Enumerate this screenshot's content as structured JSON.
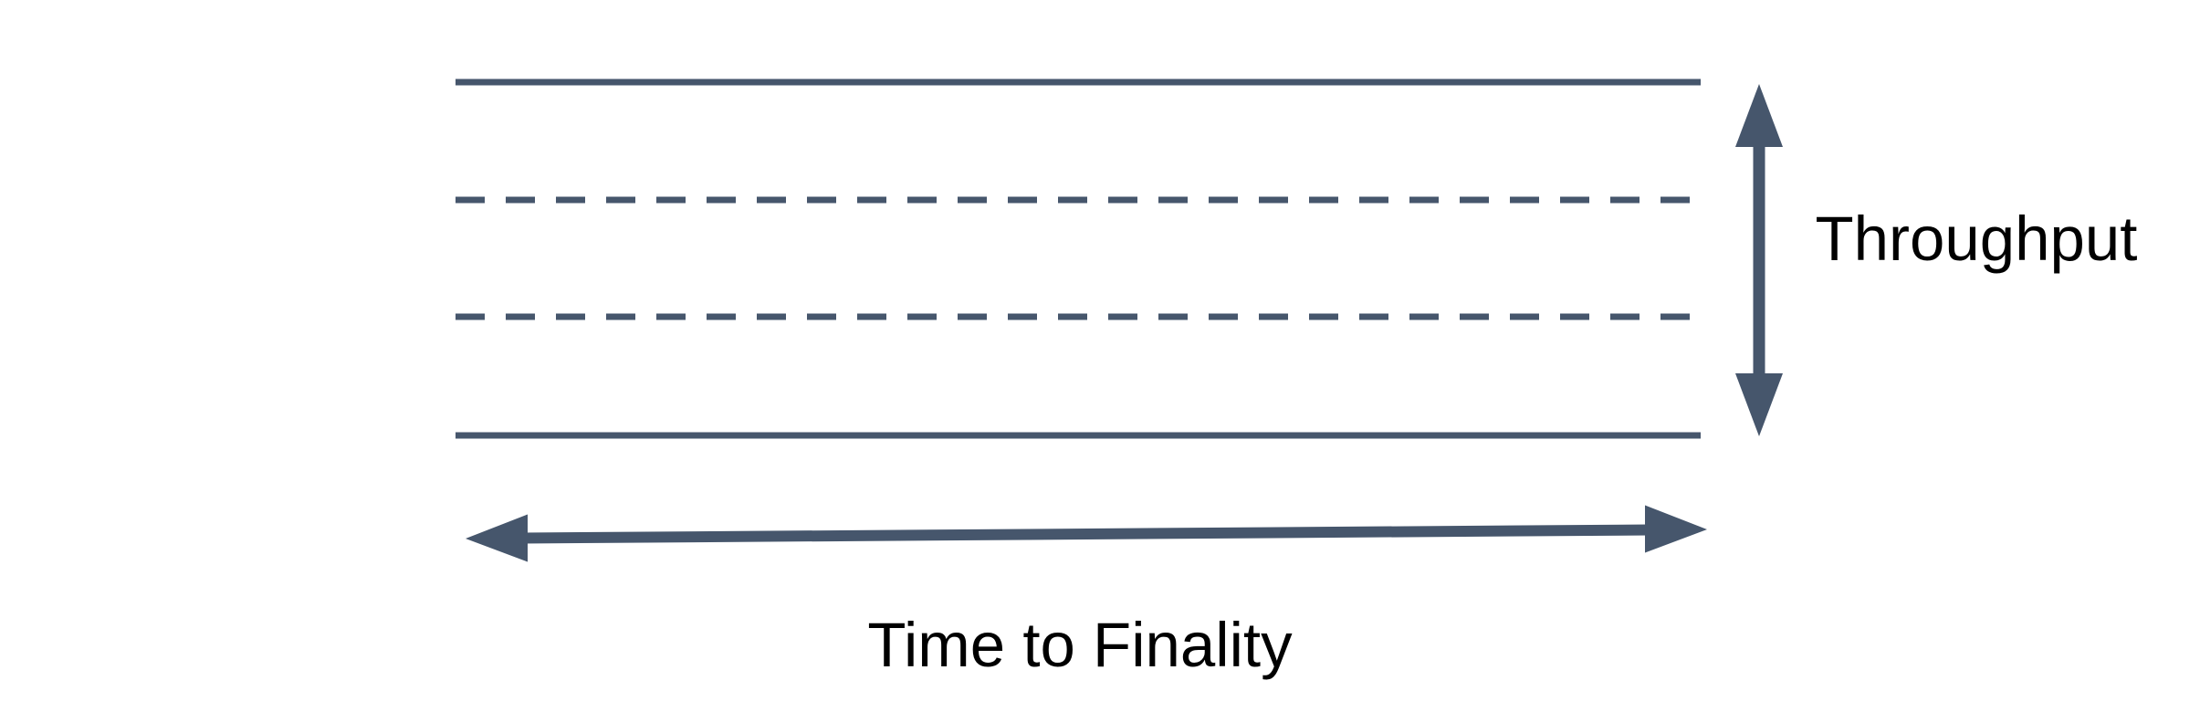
{
  "diagram": {
    "type": "concept-diagram",
    "description": "A horizontal band bounded by two solid lines with two dashed lines inside; a vertical double-headed arrow spans the band height, a horizontal double-headed arrow spans the band width",
    "labels": {
      "vertical_axis": "Throughput",
      "horizontal_axis": "Time to Finality"
    },
    "elements": {
      "solid_lines": 2,
      "dashed_lines": 2,
      "double_headed_arrows": [
        "vertical",
        "horizontal"
      ]
    }
  },
  "colors": {
    "stroke": "#46566c",
    "label": "#000000",
    "bg": "#ffffff"
  }
}
